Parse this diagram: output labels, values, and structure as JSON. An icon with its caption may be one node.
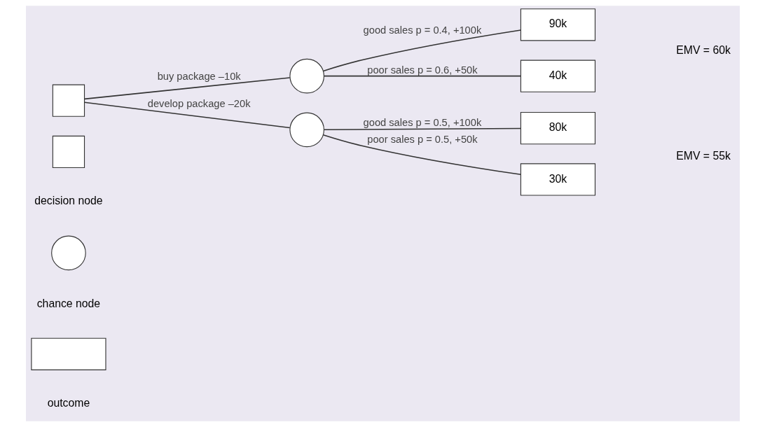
{
  "diagram": {
    "nodes": [
      {
        "text": [],
        "shape": "square"
      },
      {
        "text": [],
        "shape": "circle"
      },
      {
        "text": [],
        "shape": "circle"
      },
      {
        "text": [
          "90k"
        ]
      },
      {
        "text": [
          "40k"
        ]
      },
      {
        "text": [
          "80k"
        ]
      },
      {
        "text": [
          "30k"
        ]
      },
      {
        "text": [],
        "shape": "square",
        "beside": [
          "decision node"
        ]
      },
      {
        "text": [],
        "shape": "circle",
        "beside": [
          "chance node"
        ]
      },
      {
        "text": [],
        "shape": "box",
        "beside": [
          "outcome"
        ]
      }
    ],
    "edges": [
      {
        "from": 0,
        "to": 1,
        "arrow": "none",
        "label": "buy package –10k"
      },
      {
        "from": 0,
        "to": 2,
        "arrow": "none",
        "label": "develop package –20k"
      },
      {
        "from": 1,
        "to": 3,
        "arrow": "none",
        "label": "good sales p = 0.4, +100k"
      },
      {
        "from": 1,
        "to": 4,
        "arrow": "none",
        "label": "poor sales p = 0.6, +50k"
      },
      {
        "from": 2,
        "to": 5,
        "arrow": "none",
        "label": "good sales p = 0.5, +100k"
      },
      {
        "from": 2,
        "to": 6,
        "arrow": "none",
        "label": "poor sales p = 0.5, +50k"
      }
    ],
    "labels": [
      "EMV = 60k",
      "EMV = 55k"
    ]
  }
}
